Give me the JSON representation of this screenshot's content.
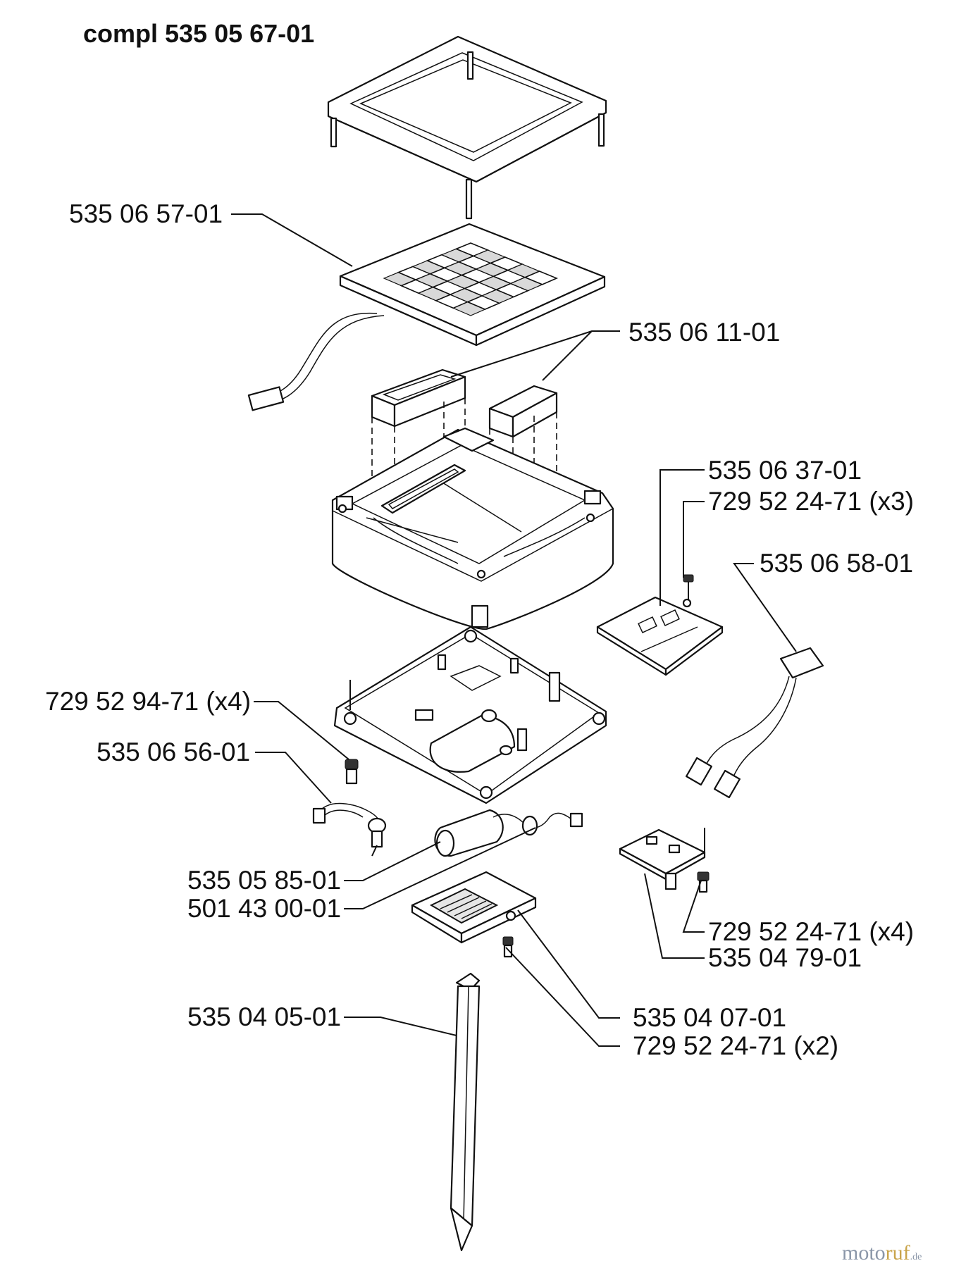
{
  "diagram": {
    "title": "compl 535 05 67-01",
    "parts": [
      {
        "id": "p1",
        "number": "535 06 57-01"
      },
      {
        "id": "p2",
        "number": "535 06 11-01"
      },
      {
        "id": "p3",
        "number": "535 06 37-01"
      },
      {
        "id": "p4",
        "number": "729 52 24-71 (x3)"
      },
      {
        "id": "p5",
        "number": "535 06 58-01"
      },
      {
        "id": "p6",
        "number": "729 52 94-71 (x4)"
      },
      {
        "id": "p7",
        "number": "535 06 56-01"
      },
      {
        "id": "p8",
        "number": "535 05 85-01"
      },
      {
        "id": "p9",
        "number": "501 43 00-01"
      },
      {
        "id": "p10",
        "number": "729 52 24-71 (x4)"
      },
      {
        "id": "p11",
        "number": "535 04 79-01"
      },
      {
        "id": "p12",
        "number": "535 04 05-01"
      },
      {
        "id": "p13",
        "number": "535 04 07-01"
      },
      {
        "id": "p14",
        "number": "729 52 24-71 (x2)"
      }
    ]
  },
  "watermark": {
    "brand_part1": "moto",
    "brand_part2": "ruf",
    "suffix": ".de"
  }
}
